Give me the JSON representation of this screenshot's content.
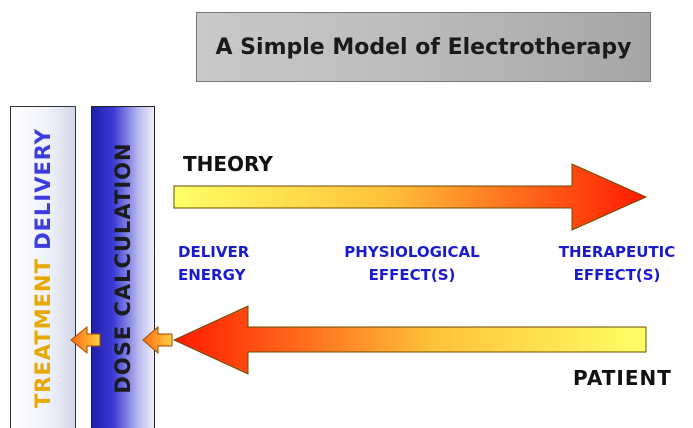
{
  "title": "A Simple Model of Electrotherapy",
  "columns": {
    "treatment": {
      "word1": "TREATMENT",
      "word2": "DELIVERY"
    },
    "dose": {
      "label": "DOSE CALCULATION"
    }
  },
  "top_arrow": {
    "label": "THEORY"
  },
  "bottom_arrow": {
    "label": "PATIENT"
  },
  "stages": [
    {
      "line1": "DELIVER",
      "line2": "ENERGY"
    },
    {
      "line1": "PHYSIOLOGICAL",
      "line2": "EFFECT(S)"
    },
    {
      "line1": "THERAPEUTIC",
      "line2": "EFFECT(S)"
    }
  ],
  "colors": {
    "arrow_start": "#ffff66",
    "arrow_end": "#ff1a00",
    "label_blue": "#1a1ad0",
    "dose_column": "#2a2ac0"
  }
}
